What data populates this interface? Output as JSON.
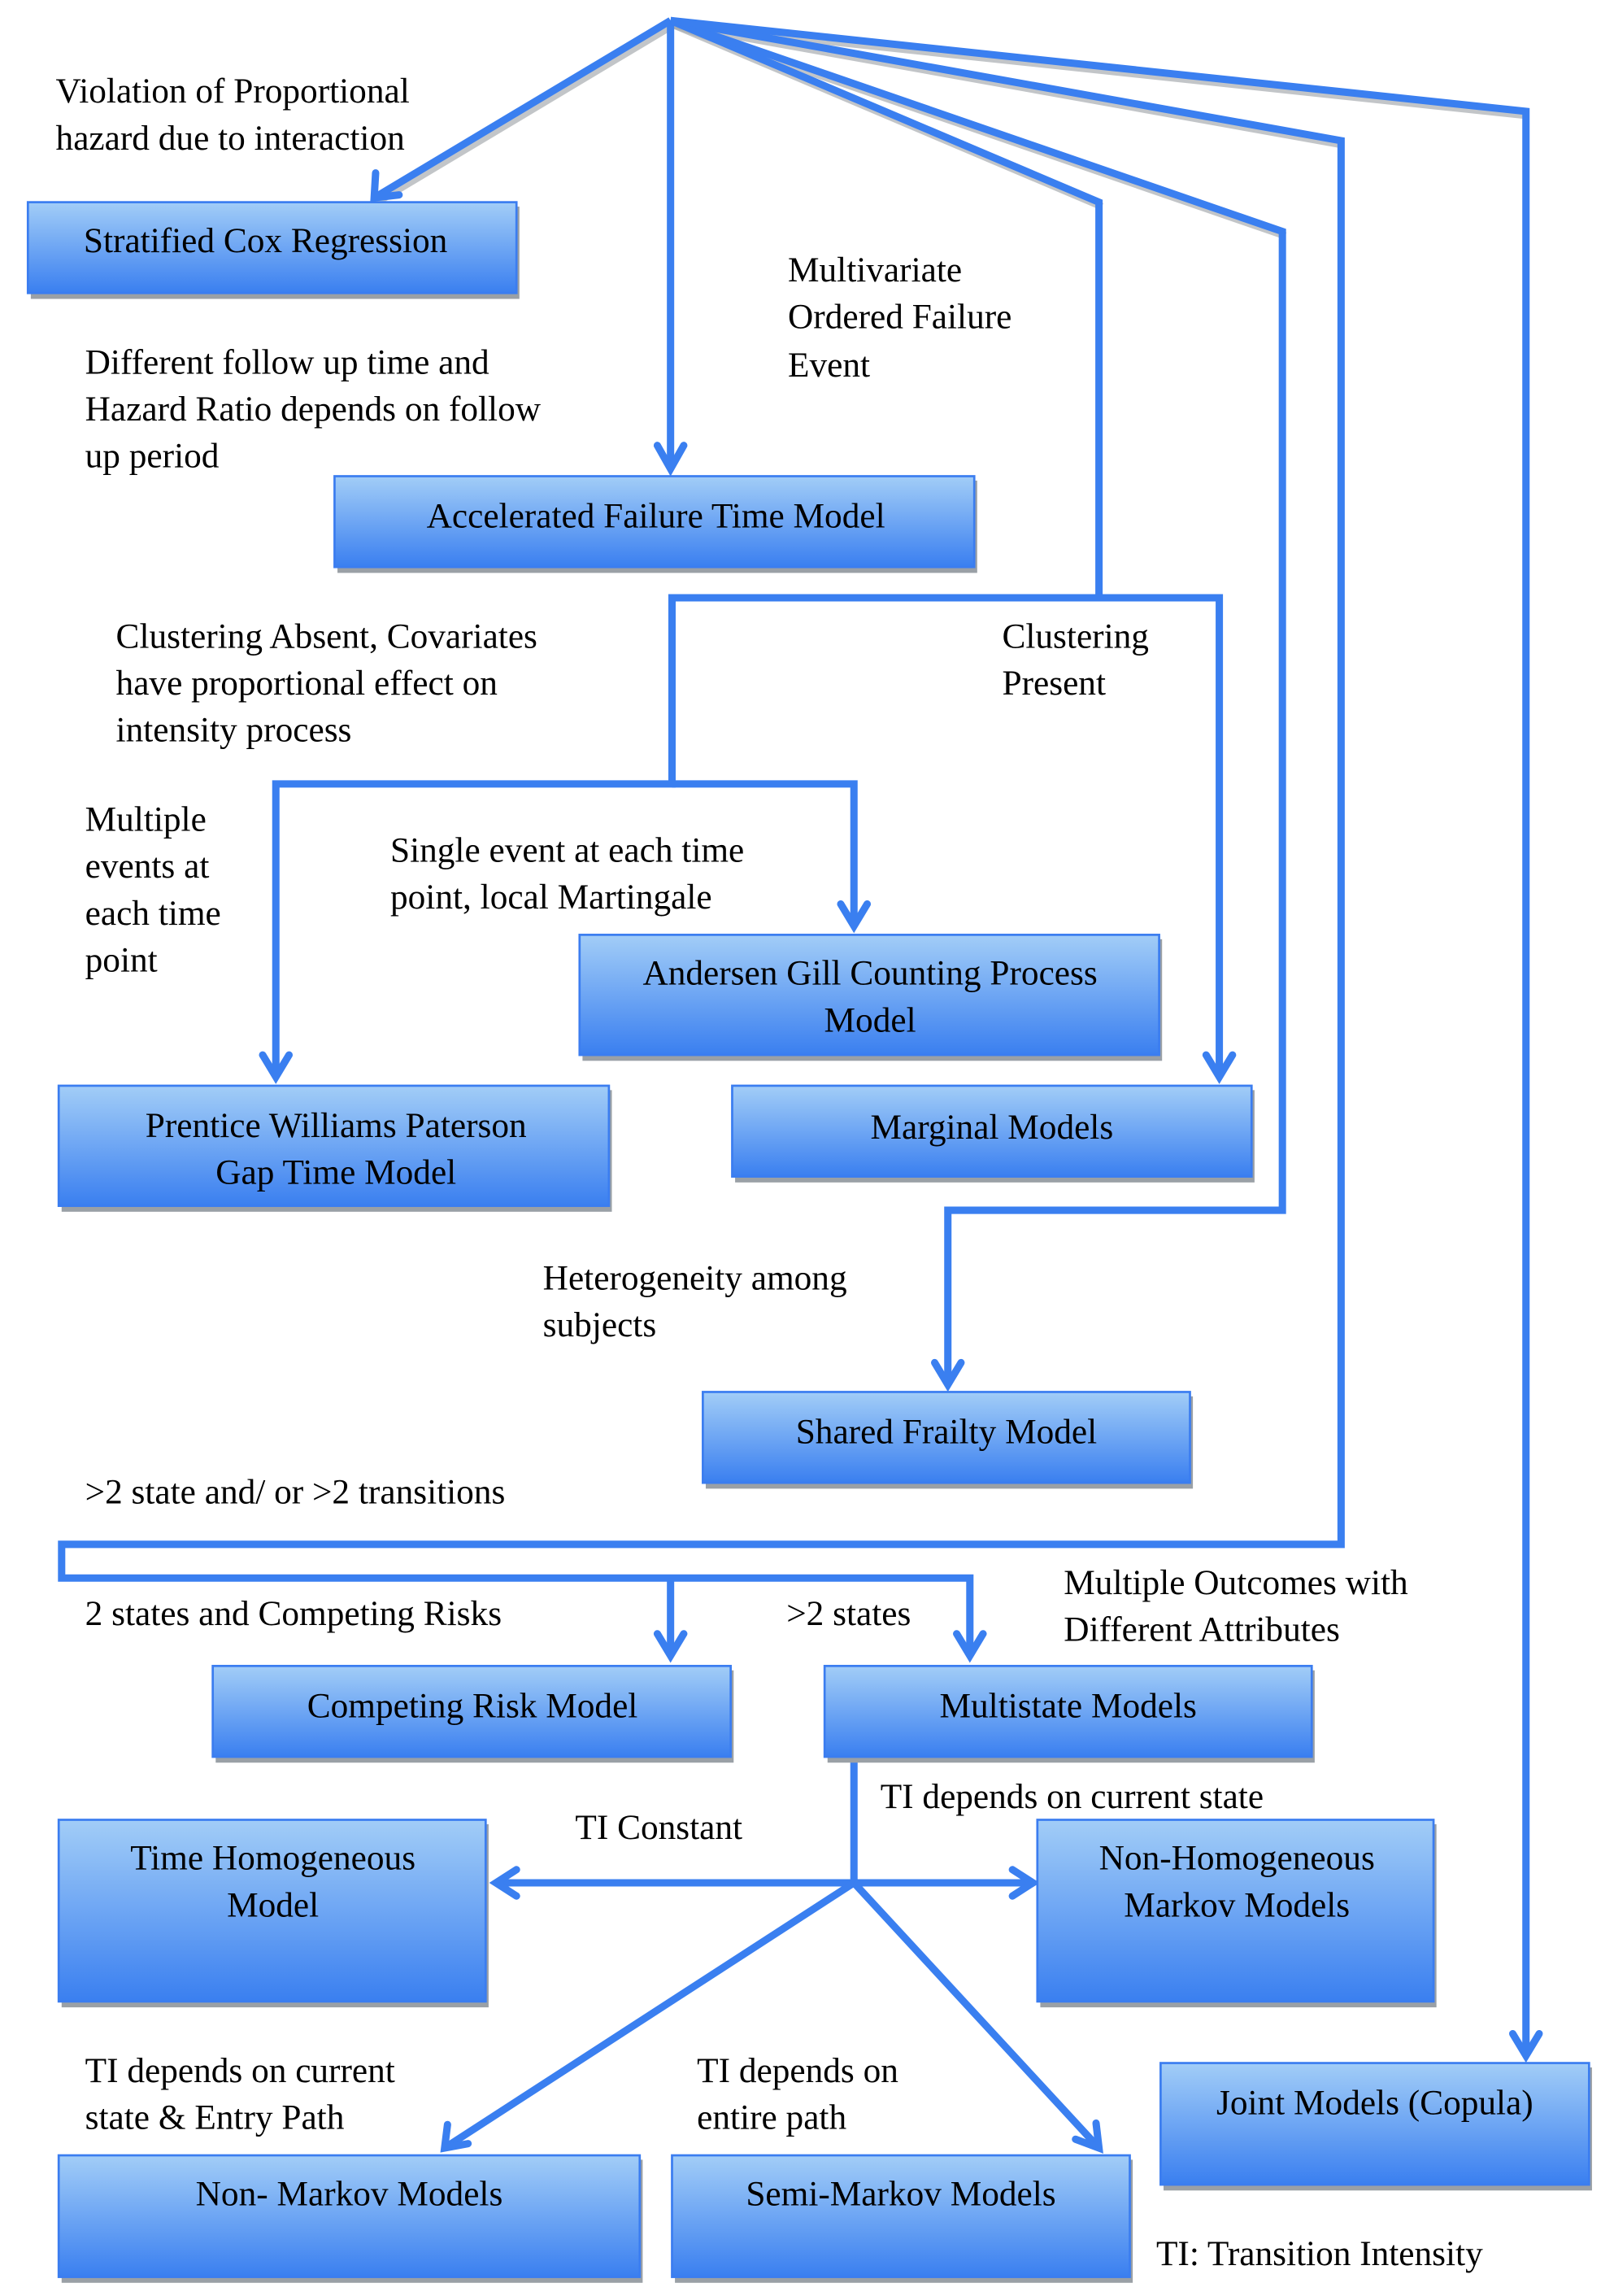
{
  "diagram": {
    "colors": {
      "accent": "#3a7ff0",
      "box_top": "#9cc8f6",
      "box_bottom": "#3a7ff0"
    },
    "nodes": {
      "stratified_cox": [
        "Stratified Cox Regression"
      ],
      "aft": [
        "Accelerated Failure Time Model"
      ],
      "andersen_gill": [
        "Andersen Gill Counting Process",
        "Model"
      ],
      "pwp": [
        "Prentice Williams Paterson",
        "Gap Time Model"
      ],
      "marginal": [
        "Marginal Models"
      ],
      "shared_frailty": [
        "Shared Frailty Model"
      ],
      "competing_risk": [
        "Competing Risk Model"
      ],
      "multistate": [
        "Multistate Models"
      ],
      "time_homogeneous": [
        "Time Homogeneous",
        "Model"
      ],
      "non_homogeneous_markov": [
        "Non-Homogeneous",
        "Markov Models"
      ],
      "non_markov": [
        "Non- Markov Models"
      ],
      "semi_markov": [
        "Semi-Markov Models"
      ],
      "joint_copula": [
        "Joint Models (Copula)"
      ]
    },
    "labels": {
      "violation_ph": [
        "Violation of Proportional",
        "hazard due to interaction"
      ],
      "different_followup": [
        "Different follow up time and",
        "Hazard Ratio depends on follow",
        "up period"
      ],
      "multivariate_ordered": [
        "Multivariate",
        "Ordered Failure",
        "Event"
      ],
      "clustering_absent": [
        "Clustering Absent, Covariates",
        "have proportional effect on",
        "intensity process"
      ],
      "clustering_present": [
        "Clustering",
        "Present"
      ],
      "multiple_events": [
        "Multiple",
        "events at",
        "each time",
        "point"
      ],
      "single_event": [
        "Single event at each time",
        "point, local Martingale"
      ],
      "heterogeneity": [
        "Heterogeneity among",
        "subjects"
      ],
      "gt2_state_transitions": [
        ">2 state and/ or >2 transitions"
      ],
      "two_states_competing": [
        "2 states and Competing Risks"
      ],
      "gt2_states": [
        ">2 states"
      ],
      "multiple_outcomes": [
        "Multiple Outcomes with",
        "Different Attributes"
      ],
      "ti_current_state": [
        "TI depends on current state"
      ],
      "ti_constant": [
        "TI Constant"
      ],
      "ti_current_entry": [
        "TI depends on current",
        "state & Entry Path"
      ],
      "ti_entire_path": [
        "TI depends on",
        "entire path"
      ],
      "footnote": [
        "TI: Transition Intensity"
      ]
    }
  }
}
